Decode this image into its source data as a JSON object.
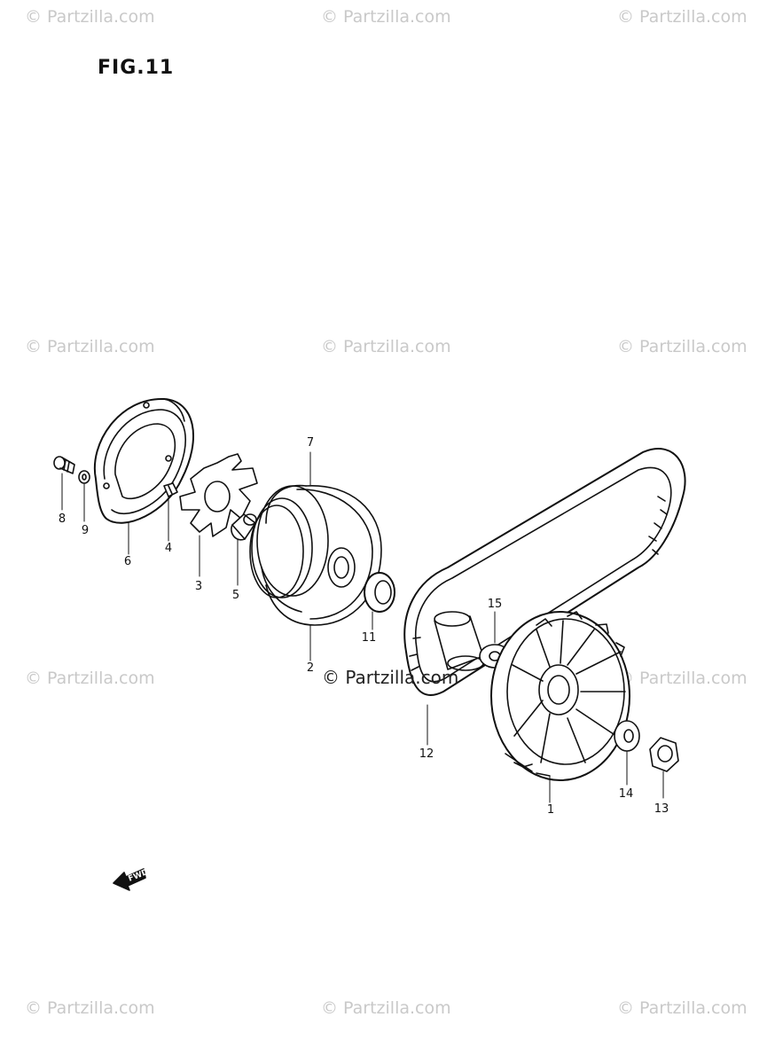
{
  "figure": {
    "title": "FIG.11"
  },
  "watermark": {
    "text": "© Partzilla.com"
  },
  "center_watermark": {
    "text": "© Partzilla.com"
  },
  "fwd_arrow": {
    "label": "FWD"
  },
  "callouts": {
    "p1": "1",
    "p2": "2",
    "p3": "3",
    "p4": "4",
    "p5": "5",
    "p6": "6",
    "p7": "7",
    "p8": "8",
    "p9": "9",
    "p11": "11",
    "p12": "12",
    "p13": "13",
    "p14": "14",
    "p15": "15"
  }
}
